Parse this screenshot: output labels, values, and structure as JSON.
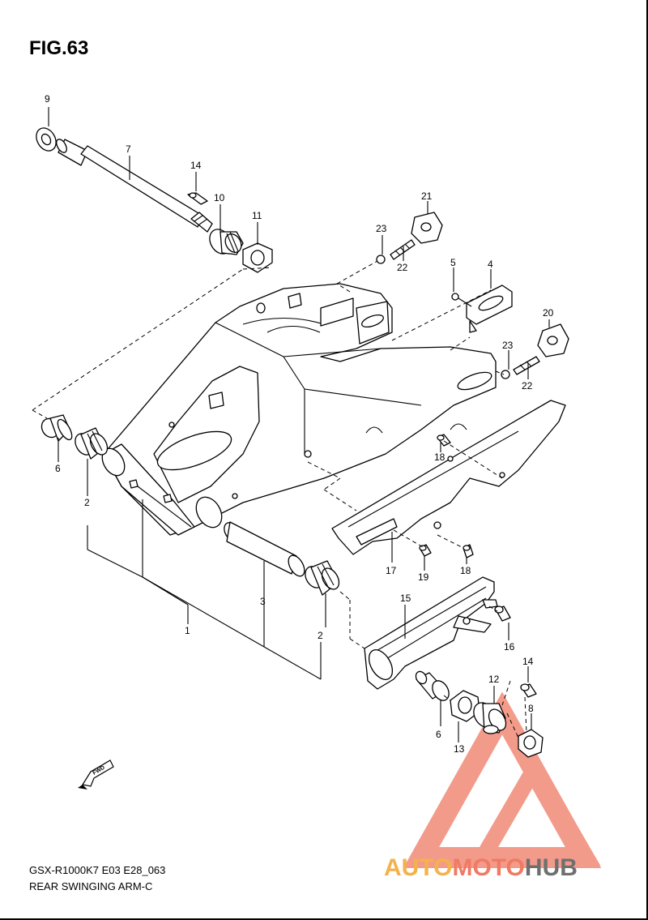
{
  "figure": {
    "title": "FIG.63",
    "model_code": "GSX-R1000K7 E03 E28_063",
    "diagram_name": "REAR SWINGING ARM-C"
  },
  "callouts": [
    "9",
    "7",
    "14",
    "10",
    "11",
    "21",
    "23",
    "22",
    "5",
    "4",
    "20",
    "23",
    "22",
    "6",
    "2",
    "18",
    "17",
    "19",
    "18",
    "3",
    "1",
    "2",
    "15",
    "16",
    "14",
    "12",
    "8",
    "6",
    "13"
  ],
  "direction_label": "FWD",
  "watermark": {
    "brand_auto": "AUTO",
    "brand_moto": "MOTO",
    "brand_hub": "HUB",
    "colors": {
      "auto": "#f3b24a",
      "moto": "#f07a63",
      "hub": "#6f6f6f",
      "triangle": "#f07a63"
    }
  }
}
